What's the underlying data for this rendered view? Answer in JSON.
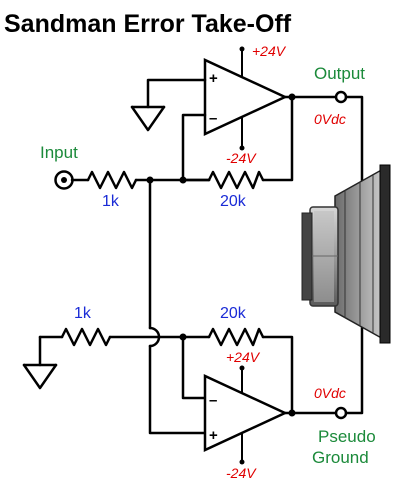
{
  "title": "Sandman Error Take-Off",
  "labels": {
    "input": "Input",
    "output": "Output",
    "pseudo_ground_line1": "Pseudo",
    "pseudo_ground_line2": "Ground",
    "r_input": "1k",
    "r_feedback_top": "20k",
    "r_bottom_left": "1k",
    "r_feedback_bottom": "20k",
    "top_supply_pos": "+24V",
    "top_supply_neg": "-24V",
    "bottom_supply_pos": "+24V",
    "bottom_supply_neg": "-24V",
    "output_bias": "0Vdc",
    "pseudo_ground_bias": "0Vdc",
    "top_plus": "+",
    "top_minus": "–",
    "bottom_minus": "–",
    "bottom_plus": "+"
  },
  "colors": {
    "resistor_label": "#1a2bd6",
    "terminal_label": "#1b8a3a",
    "supply_label": "#e00000"
  }
}
